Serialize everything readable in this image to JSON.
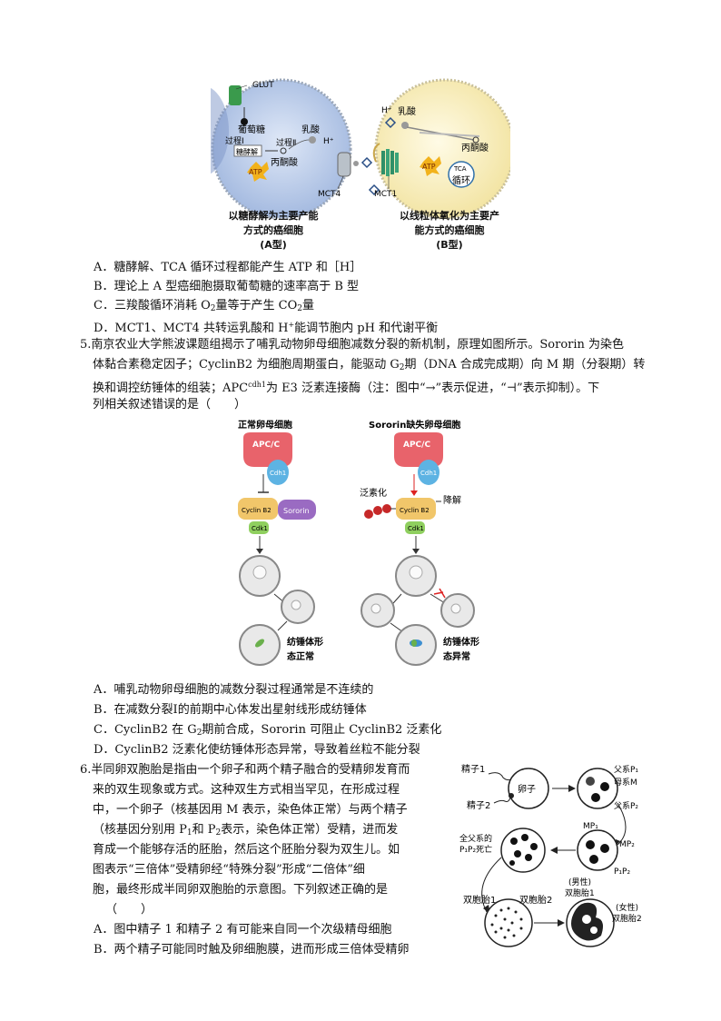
{
  "fig1": {
    "glut": "GLUT",
    "glucose": "葡萄糖",
    "process1": "过程Ⅰ",
    "glycolysis": "糖酵解",
    "process2": "过程Ⅱ",
    "lactate_a": "乳酸",
    "hplus_a": "H⁺",
    "pyruvate_a": "丙酮酸",
    "atp_a": "ATP",
    "mct4": "MCT4",
    "mct1": "MCT1",
    "hplus_b": "H⁺",
    "lactate_b": "乳酸",
    "pyruvate_b": "丙酮酸",
    "atp_b": "ATP",
    "tca": "TCA",
    "cycle": "循环",
    "cap_a_l1": "以糖酵解为主要产能",
    "cap_a_l2": "方式的癌细胞",
    "cap_a_l3": "(A型)",
    "cap_b_l1": "以线粒体氧化为主要产",
    "cap_b_l2": "能方式的癌细胞",
    "cap_b_l3": "(B型)"
  },
  "q4": {
    "A": "A．糖酵解、TCA 循环过程都能产生 ATP 和［H］",
    "B": "B．理论上 A 型癌细胞摄取葡萄糖的速率高于 B 型",
    "C_pre": "C．三羧酸循环消耗 O",
    "C_sub": "2",
    "C_post": "量等于产生 CO",
    "C_sub2": "2",
    "C_end": "量",
    "D_pre": "D．MCT1、MCT4 共转运乳酸和 H",
    "D_sup": "+",
    "D_post": "能调节胞内 pH 和代谢平衡"
  },
  "q5": {
    "l1": "5.南京农业大学熊波课题组揭示了哺乳动物卵母细胞减数分裂的新机制，原理如图所示。Sororin 为染色",
    "l2_pre": "体黏合素稳定因子；CyclinB2 为细胞周期蛋白，能驱动 G",
    "l2_sub": "2",
    "l2_post": "期（DNA 合成完成期）向 M 期（分裂期）转",
    "l3_pre": "换和调控纺锤体的组装；APC",
    "l3_sup": "cdh1",
    "l3_post": "为 E3 泛素连接酶（注：图中“→”表示促进，“⊣”表示抑制）。下",
    "l4": "列相关叙述错误的是（　　）",
    "A": "A．哺乳动物卵母细胞的减数分裂过程通常是不连续的",
    "B": "B．在减数分裂Ⅰ的前期中心体发出星射线形成纺锤体",
    "C_pre": "C．CyclinB2 在 G",
    "C_sub": "2",
    "C_post": "期前合成，Sororin 可阻止 CyclinB2 泛素化",
    "D": "D．CyclinB2 泛素化使纺锤体形态异常，导致着丝粒不能分裂"
  },
  "fig2": {
    "title_left": "正常卵母细胞",
    "title_right": "Sororin缺失卵母细胞",
    "apc": "APC/C",
    "cdh1": "Cdh1",
    "cyclin": "Cyclin B2",
    "sororin": "Sororin",
    "cdk1": "Cdk1",
    "ubiq": "泛素化",
    "degrade": "降解",
    "normal_l1": "纺锤体形",
    "normal_l2": "态正常",
    "abnormal_l1": "纺锤体形",
    "abnormal_l2": "态异常"
  },
  "q6": {
    "l1": "6.半同卵双胞胎是指由一个卵子和两个精子融合的受精卵发育而",
    "l2": "来的双生现象或方式。这种双生方式相当罕见，在形成过程",
    "l3": "中，一个卵子（核基因用 M 表示，染色体正常）与两个精子",
    "l4_pre": "（核基因分别用 P",
    "l4_s1": "1",
    "l4_mid": "和 P",
    "l4_s2": "2",
    "l4_post": "表示，染色体正常）受精，进而发",
    "l5": "育成一个能够存活的胚胎，然后这个胚胎分裂为双生儿。如",
    "l6": "图表示“三倍体”受精卵经“特殊分裂”形成“二倍体”细",
    "l7": "胞，最终形成半同卵双胞胎的示意图。下列叙述正确的是",
    "l8": "（　　）",
    "A": "A．图中精子 1 和精子 2 有可能来自同一个次级精母细胞",
    "B": "B．两个精子可能同时触及卵细胞膜，进而形成三倍体受精卵"
  },
  "fig3": {
    "sperm1": "精子1",
    "sperm2": "精子2",
    "egg": "卵子",
    "p1": "父系P₁",
    "m": "母系M",
    "p2": "父系P₂",
    "dead_l1": "全父系的",
    "dead_l2": "P₁P₂死亡",
    "mp1": "MP₁",
    "mp2": "MP₂",
    "p1p2": "P₁P₂",
    "twin1": "双胞胎1",
    "twin2": "双胞胎2",
    "male": "(男性)",
    "twin1b": "双胞胎1",
    "female": "(女性)",
    "twin2b": "双胞胎2"
  }
}
